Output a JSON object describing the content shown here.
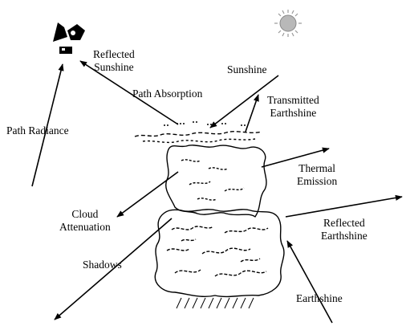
{
  "colors": {
    "ink": "#000000",
    "background": "#ffffff",
    "sun": "#9a9a9a"
  },
  "icons": {
    "sun": "sun-icon",
    "satellite": "satellite-icon",
    "cloud": "cloud-icon",
    "ground": "ground-hatch-icon"
  },
  "labels": {
    "reflected_sunshine": "Reflected\nSunshine",
    "sunshine": "Sunshine",
    "path_absorption": "Path Absorption",
    "transmitted_earthshine": "Transmitted\nEarthshine",
    "path_radiance": "Path Radiance",
    "thermal_emission": "Thermal\nEmission",
    "cloud_attenuation": "Cloud\nAttenuation",
    "reflected_earthshine": "Reflected\nEarthshine",
    "shadows": "Shadows",
    "earthshine": "Earthshine"
  }
}
